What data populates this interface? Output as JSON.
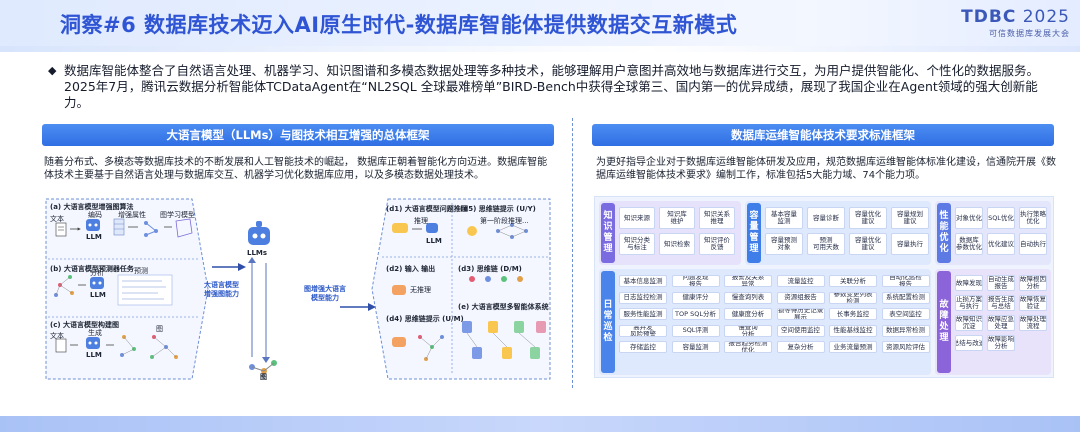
{
  "header": {
    "title": "洞察#6 数据库技术迈入AI原生时代-数据库智能体提供数据交互新模式",
    "brand_tdbc": "TDBC",
    "brand_year": " 2025",
    "brand_subtitle": "可信数据库发展大会"
  },
  "intro": {
    "bullet": "◆",
    "text": "数据库智能体整合了自然语言处理、机器学习、知识图谱和多模态数据处理等多种技术，能够理解用户意图并高效地与数据库进行交互，为用户提供智能化、个性化的数据服务。2025年7月，腾讯云数据分析智能体TCDataAgent在“NL2SQL 全球最难榜单”BIRD-Bench中获得全球第三、国内第一的优异成绩，展现了我国企业在Agent领域的强大创新能力。"
  },
  "left_panel": {
    "title": "大语言模型（LLMs）与图技术相互增强的总体框架",
    "description": "随着分布式、多模态等数据库技术的不断发展和人工智能技术的崛起， 数据库正朝着智能化方向迈进。数据库智能体技术主要基于自然语言处理与数据库交互、机器学习优化数据库应用，以及多模态数据处理技术。",
    "diagram": {
      "a_title": "(a) 大语言模型增强图算法",
      "a_text": "文本",
      "a_encode": "编码",
      "a_llm": "LLM",
      "a_attr": "增强属性",
      "a_graph_learn": "图学习模型",
      "b_title": "(b) 大语言模型预测器任务",
      "b_llm": "LLM",
      "b_analysis": "分析",
      "b_predict": "预测",
      "c_title": "(c) 大语言模型构建图",
      "c_text": "文本",
      "c_generate": "生成",
      "c_llm": "LLM",
      "c_graph": "图",
      "mid_left": "大语言模型\n增强图能力",
      "center_llm": "LLMs",
      "center_graph": "图",
      "mid_right": "图增强大语言\n模型能力",
      "d1_title": "(d1) 大语言模型问题推理",
      "d1_llm": "LLM",
      "d1_reason": "推理",
      "d2_title": "(d2) 输入 输出",
      "d2_none": "无推理",
      "d3_title": "(d3) 思维链 (D/M)",
      "d4_title": "(d4) 思维链提示 (U/M)",
      "d5_title": "(d5) 思维链提示 (U/Y)",
      "d5_q": "第一阶段推理...",
      "e_title": "(e) 大语言模型多智能体系统"
    }
  },
  "right_panel": {
    "title": "数据库运维智能体技术要求标准框架",
    "description": "为更好指导企业对于数据库运维智能体研发及应用，规范数据库运维智能体标准化建设，信通院开展《数据库运维智能体技术要求》编制工作，标准包括5大能力域、74个能力项。",
    "groups": {
      "knowledge": {
        "label": "知识管理",
        "cells": [
          "知识来源",
          "知识库\n维护",
          "知识关系\n推理",
          "知识分类\n与标注",
          "知识检索",
          "知识评价\n反馈"
        ]
      },
      "capacity": {
        "label": "容量管理",
        "cells": [
          "基本容量\n监测",
          "容量诊断",
          "容量优化\n建议",
          "容量规划\n建议",
          "容量预测\n对象",
          "预测\n可用天数",
          "容量优化\n建议",
          "容量执行"
        ]
      },
      "performance": {
        "label": "性能优化",
        "cells": [
          "对象优化",
          "SQL优化",
          "执行策略\n优化",
          "数据库\n参数优化",
          "优化建议",
          "自动执行"
        ]
      },
      "daily": {
        "label": "日常巡检",
        "cells": [
          "基本信息监测",
          "问题发现\n报告",
          "报警及关系\n异常",
          "流量监控",
          "关联分析",
          "自动化巡检\n报告",
          "日志监控检测",
          "健康评分",
          "慢查询列表",
          "资源组报告",
          "参数变更列表\n检测",
          "系统配置检测",
          "服务性能监测",
          "TOP SQL分析",
          "健康度分析",
          "锁等待历史记录\n展示",
          "长事务监控",
          "表空间监控",
          "高并发\n风险预警",
          "SQL评测",
          "慢查询\n分析",
          "空间使用监控",
          "性能基线监控",
          "数据异常检测",
          "存储监控",
          "容量监测",
          "报告趋势检测\n优化",
          "复杂分析",
          "业务流量预测",
          "资源风险评估"
        ]
      },
      "fault": {
        "label": "故障处理",
        "cells": [
          "故障发现",
          "自动生成\n报告",
          "故障根因\n分析",
          "止损方案\n与执行",
          "报告生成\n与总结",
          "故障恢复\n验证",
          "故障知识\n沉淀",
          "故障应急\n处理",
          "故障处理\n流程",
          "总结与改进",
          "故障影响\n分析"
        ]
      }
    }
  },
  "colors": {
    "title_blue": "#2f55d4",
    "panel_blue": "#2f6ee4",
    "group_knowledge": "#7b6be0",
    "group_capacity": "#3f7de8",
    "group_performance": "#5d79e3",
    "group_daily": "#4a84ea",
    "group_fault": "#8a64d8"
  },
  "icons": [
    "robot-icon",
    "document-icon",
    "graph-icon",
    "table-icon",
    "person-icon",
    "lightbulb-icon"
  ]
}
